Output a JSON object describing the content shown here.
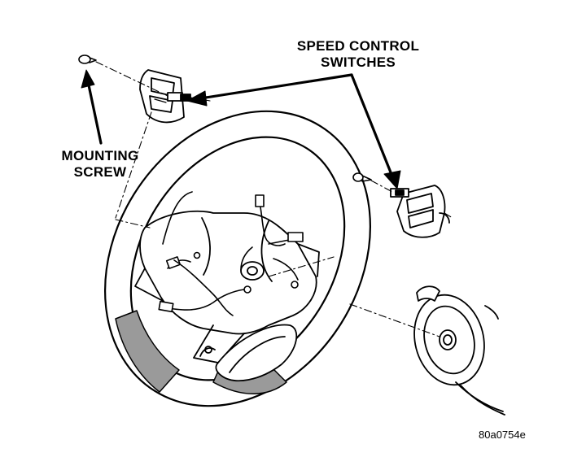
{
  "labels": {
    "speed_control_line1": "SPEED CONTROL",
    "speed_control_line2": "SWITCHES",
    "mounting_screw_line1": "MOUNTING",
    "mounting_screw_line2": "SCREW"
  },
  "figure_id": "80a0754e"
}
